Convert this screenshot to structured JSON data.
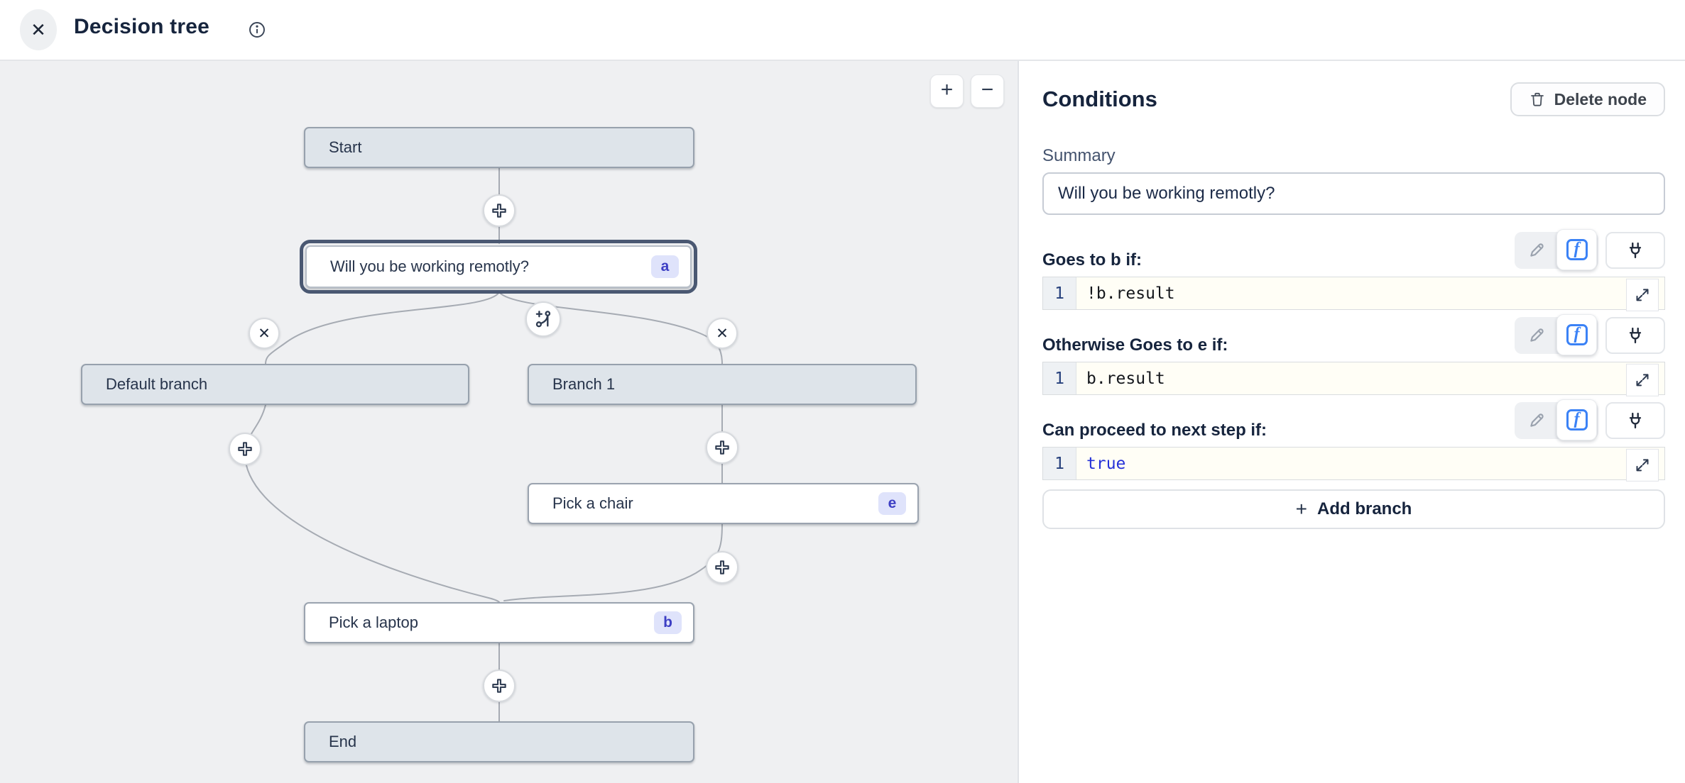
{
  "header": {
    "title": "Decision tree",
    "close_glyph": "✕"
  },
  "canvas": {
    "zoom_in_glyph": "+",
    "zoom_out_glyph": "−",
    "remove_glyph": "✕",
    "nodes": [
      {
        "label": "Start"
      },
      {
        "label": "Will you be working remotly?",
        "badge": "a"
      },
      {
        "label": "Default branch"
      },
      {
        "label": "Branch 1"
      },
      {
        "label": "Pick a chair",
        "badge": "e"
      },
      {
        "label": "Pick a laptop",
        "badge": "b"
      },
      {
        "label": "End"
      }
    ]
  },
  "panel": {
    "title": "Conditions",
    "delete_button_label": "Delete node",
    "summary_label": "Summary",
    "summary_value": "Will you be working remotly?",
    "rows": [
      {
        "label": "Goes to b if:",
        "line_no": "1",
        "code": "!b.result",
        "code_style": "color:#14171c"
      },
      {
        "label": "Otherwise Goes to e if:",
        "line_no": "1",
        "code": "b.result",
        "code_style": "color:#14171c"
      },
      {
        "label": "Can proceed to next step if:",
        "line_no": "1",
        "code": "true",
        "code_style": "color:#2531d8"
      }
    ],
    "add_branch_plus": "+",
    "add_branch_label": "Add branch"
  },
  "icons": {
    "close": "close-icon",
    "info": "info-icon",
    "zoom_in": "zoom-in-icon",
    "zoom_out": "zoom-out-icon",
    "add_step": "plus-circle-icon",
    "add_branch": "add-branch-icon",
    "remove_branch": "close-icon",
    "edit": "pencil-icon",
    "expression": "function-icon",
    "connector": "plug-icon",
    "expand": "expand-icon",
    "delete": "trash-icon"
  },
  "colors": {
    "accent_blue": "#3b82f6",
    "keyword_blue": "#2531d8",
    "badge_bg": "#dfe3fb",
    "badge_text": "#3d3fc4",
    "node_fill": "#dee4ea",
    "node_border": "#97a1ad",
    "selected_outline": "#4a5872",
    "canvas_bg": "#eff0f2",
    "code_bg": "#fffef6",
    "text_dark": "#16243d"
  }
}
